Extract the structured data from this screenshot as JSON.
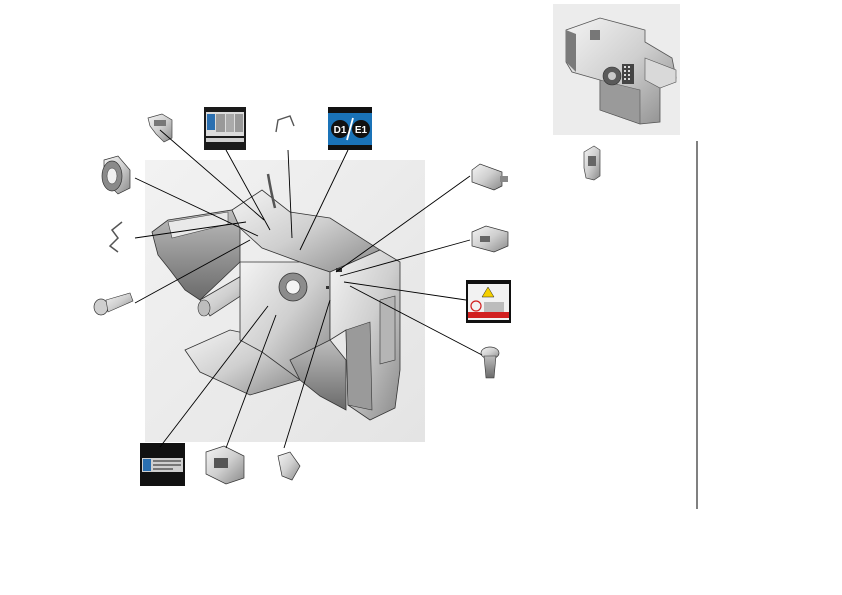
{
  "diagram": {
    "type": "exploded-parts-view",
    "badge": {
      "left": "D1",
      "right": "E1"
    }
  }
}
